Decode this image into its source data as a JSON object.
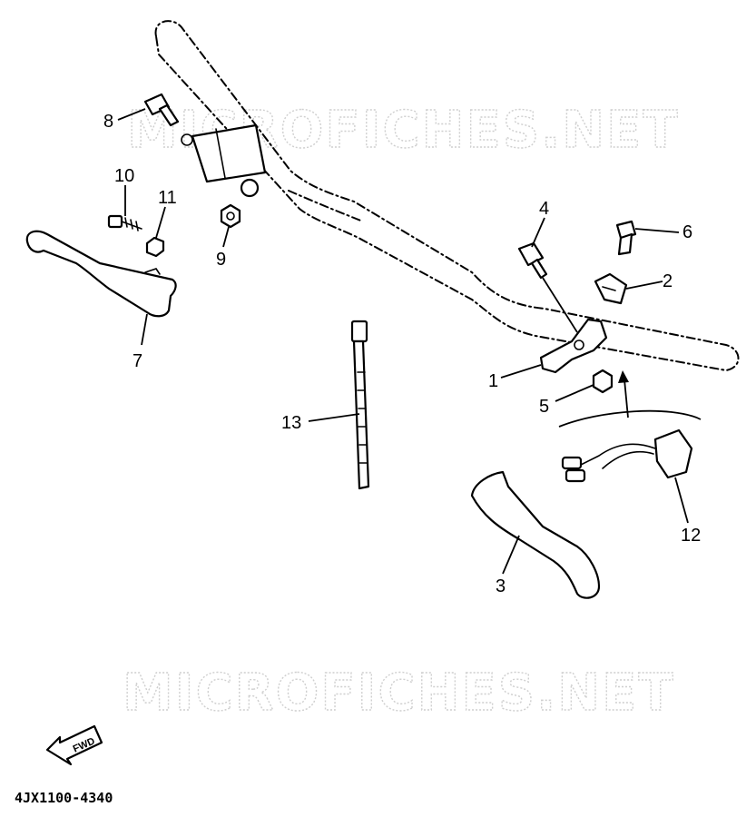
{
  "watermarks": [
    "MICROFICHES.NET",
    "MICROFICHES.NET"
  ],
  "callouts": {
    "c1": "1",
    "c2": "2",
    "c3": "3",
    "c4": "4",
    "c5": "5",
    "c6": "6",
    "c7": "7",
    "c8": "8",
    "c9": "9",
    "c10": "10",
    "c11": "11",
    "c12": "12",
    "c13": "13"
  },
  "fwd_label": "FWD",
  "diagram_code": "4JX1100-4340"
}
